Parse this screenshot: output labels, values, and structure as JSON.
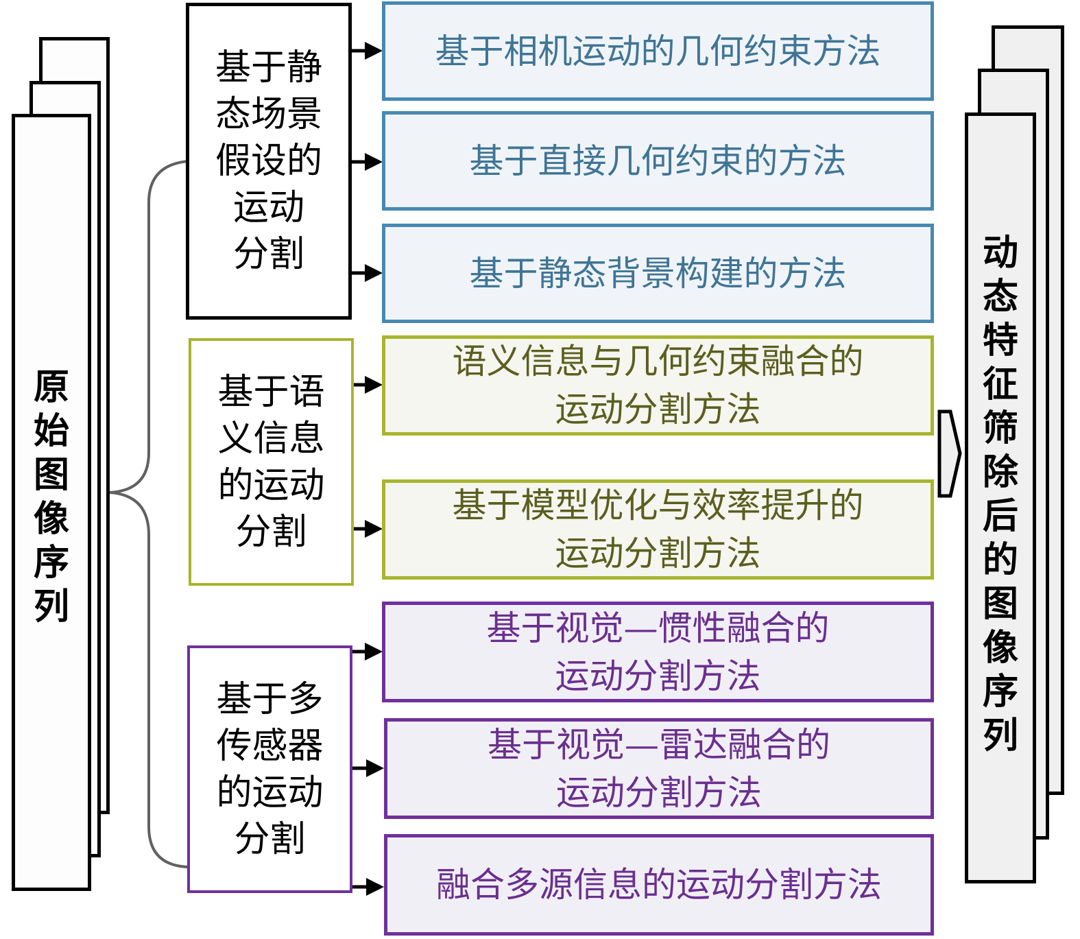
{
  "diagram": {
    "input": {
      "label": "原始图像序列",
      "icon": "stacked-pages-icon"
    },
    "output": {
      "label": "动态特征筛除后的图像序列",
      "icon": "stacked-pages-icon"
    },
    "result_arrow": {
      "icon": "chevron-right-icon"
    },
    "categories": [
      {
        "label_lines": [
          "基于静",
          "态场景",
          "假设的",
          "运动",
          "分割"
        ],
        "border_color": "#000000",
        "methods": [
          {
            "label_lines": [
              "基于相机运动的几何约束方法"
            ]
          },
          {
            "label_lines": [
              "基于直接几何约束的方法"
            ]
          },
          {
            "label_lines": [
              "基于静态背景构建的方法"
            ]
          }
        ],
        "method_border_color": "#4689b3",
        "method_fill_color": "#f0f4f8",
        "method_text_color": "#3f7596"
      },
      {
        "label_lines": [
          "基于语",
          "义信息",
          "的运动",
          "分割"
        ],
        "border_color": "#a9b52f",
        "methods": [
          {
            "label_lines": [
              "语义信息与几何约束融合的",
              "运动分割方法"
            ]
          },
          {
            "label_lines": [
              "基于模型优化与效率提升的",
              "运动分割方法"
            ]
          }
        ],
        "method_border_color": "#a9b52f",
        "method_fill_color": "#f5f6f0",
        "method_text_color": "#5a5f1e"
      },
      {
        "label_lines": [
          "基于多",
          "传感器",
          "的运动",
          "分割"
        ],
        "border_color": "#6f309b",
        "methods": [
          {
            "label_lines": [
              "基于视觉—惯性融合的",
              "运动分割方法"
            ]
          },
          {
            "label_lines": [
              "基于视觉—雷达融合的",
              "运动分割方法"
            ]
          },
          {
            "label_lines": [
              "融合多源信息的运动分割方法"
            ]
          }
        ],
        "method_border_color": "#6f309b",
        "method_fill_color": "#f1eff6",
        "method_text_color": "#6a2f8f"
      }
    ]
  }
}
